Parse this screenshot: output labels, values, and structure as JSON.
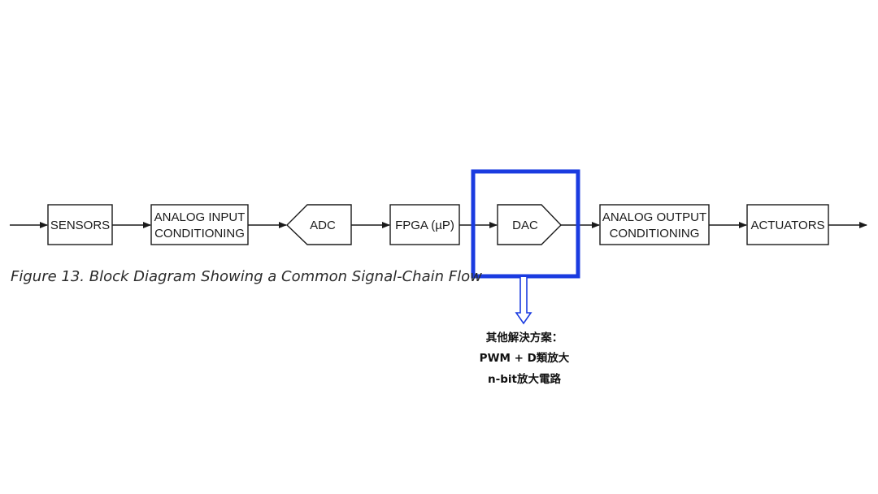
{
  "blocks": {
    "sensors": "SENSORS",
    "analog_input_1": "ANALOG INPUT",
    "analog_input_2": "CONDITIONING",
    "adc": "ADC",
    "fpga": "FPGA (µP)",
    "dac": "DAC",
    "analog_output_1": "ANALOG OUTPUT",
    "analog_output_2": "CONDITIONING",
    "actuators": "ACTUATORS"
  },
  "caption": "Figure 13. Block Diagram Showing a Common Signal-Chain Flow",
  "note": {
    "line1": "其他解決方案：",
    "line2": "PWM + D類放大",
    "line3": "n-bit放大電路"
  },
  "colors": {
    "line": "#1a1a1a",
    "highlight": "#1a3be0",
    "arrow_note": "#1a3be0"
  }
}
